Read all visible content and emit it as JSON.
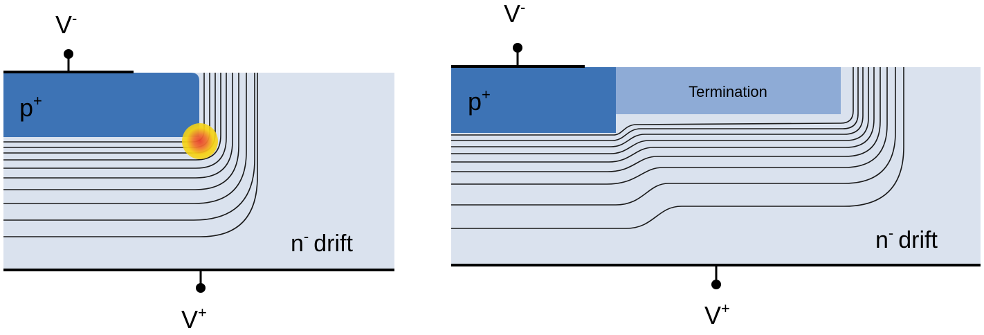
{
  "colors": {
    "p_plus_region": "#3d73b5",
    "termination_region": "#8eabd6",
    "drift_region": "#dae2ee",
    "field_lines": "#1a1a1a",
    "electrodes": "#000000",
    "hotspot_core": "#e8402b",
    "hotspot_glow": "#f6d316"
  },
  "left_panel": {
    "cathode_base": "V",
    "cathode_sign": "-",
    "p_plus_base": "p",
    "p_plus_sign": "+",
    "drift_base": "n",
    "drift_sign": "-",
    "drift_word": "drift",
    "anode_base": "V",
    "anode_sign": "+"
  },
  "right_panel": {
    "cathode_base": "V",
    "cathode_sign": "-",
    "p_plus_base": "p",
    "p_plus_sign": "+",
    "termination_label": "Termination",
    "drift_base": "n",
    "drift_sign": "-",
    "drift_word": "drift",
    "anode_base": "V",
    "anode_sign": "+"
  },
  "icons": {
    "field_concentration": "hotspot-glow",
    "terminal": "circle-terminal"
  }
}
